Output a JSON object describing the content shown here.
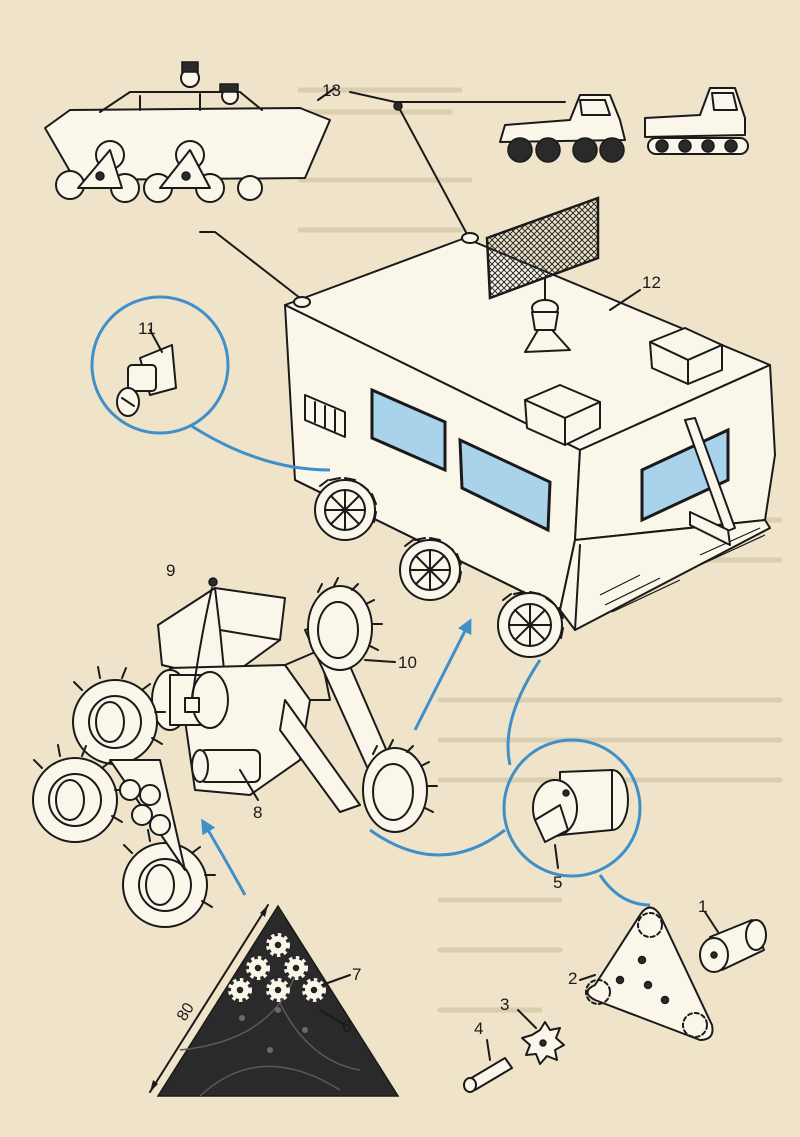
{
  "labels": {
    "l1": "1",
    "l2": "2",
    "l3": "3",
    "l4": "4",
    "l5": "5",
    "l6": "6",
    "l7": "7",
    "l8": "8",
    "l9": "9",
    "l10": "10",
    "l11": "11",
    "l12": "12",
    "l13": "13",
    "dimension": "80"
  },
  "colors": {
    "paper": "#efe4c9",
    "ink": "#1a1a1a",
    "callout_blue": "#3f8fc9",
    "window_glass": "#a9d3ea"
  }
}
